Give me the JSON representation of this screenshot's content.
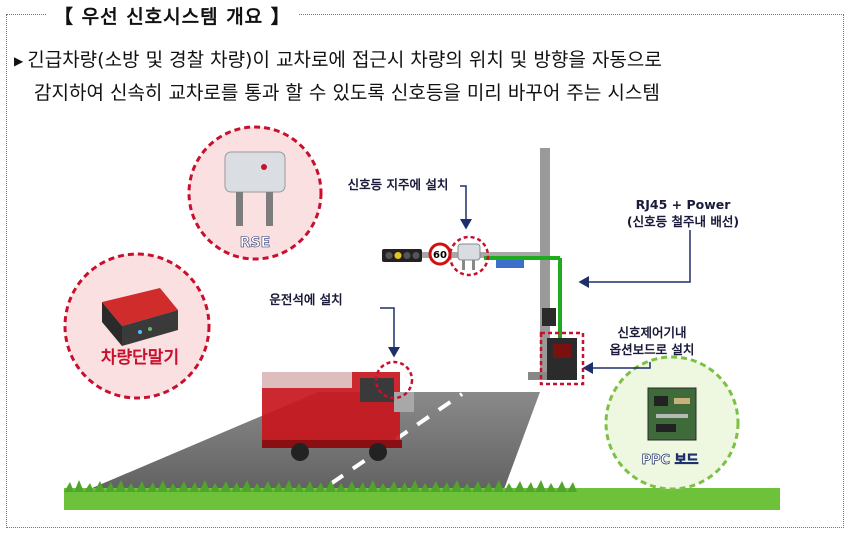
{
  "header": {
    "title": "【 우선 신호시스템 개요 】"
  },
  "description": {
    "bullet_icon": "triangle-right-icon",
    "line1": "긴급차량(소방 및 경찰 차량)이 교차로에 접근시 차량의 위치 및 방향을 자동으로",
    "line2": "감지하여 신속히 교차로를 통과 할 수 있도록 신호등을 미리 바꾸어 주는 시스템"
  },
  "diagram": {
    "rse": {
      "name": "RSE",
      "callout": "신호등 지주에 설치"
    },
    "power": {
      "line1": "RJ45 + Power",
      "line2": "(신호등 철주내 배선)"
    },
    "terminal": {
      "name": "차량단말기",
      "callout": "운전석에 설치"
    },
    "controller": {
      "line1": "신호제어기내",
      "line2": "옵션보드로 설치"
    },
    "ppc": {
      "name": "PPC 보드"
    },
    "speed_sign": "60"
  },
  "colors": {
    "red_dash": "#c8102e",
    "green_dash": "#7cc144",
    "cable_green": "#1faa1f",
    "arrow_navy": "#1f2f6b",
    "truck_red": "#c8161d"
  }
}
